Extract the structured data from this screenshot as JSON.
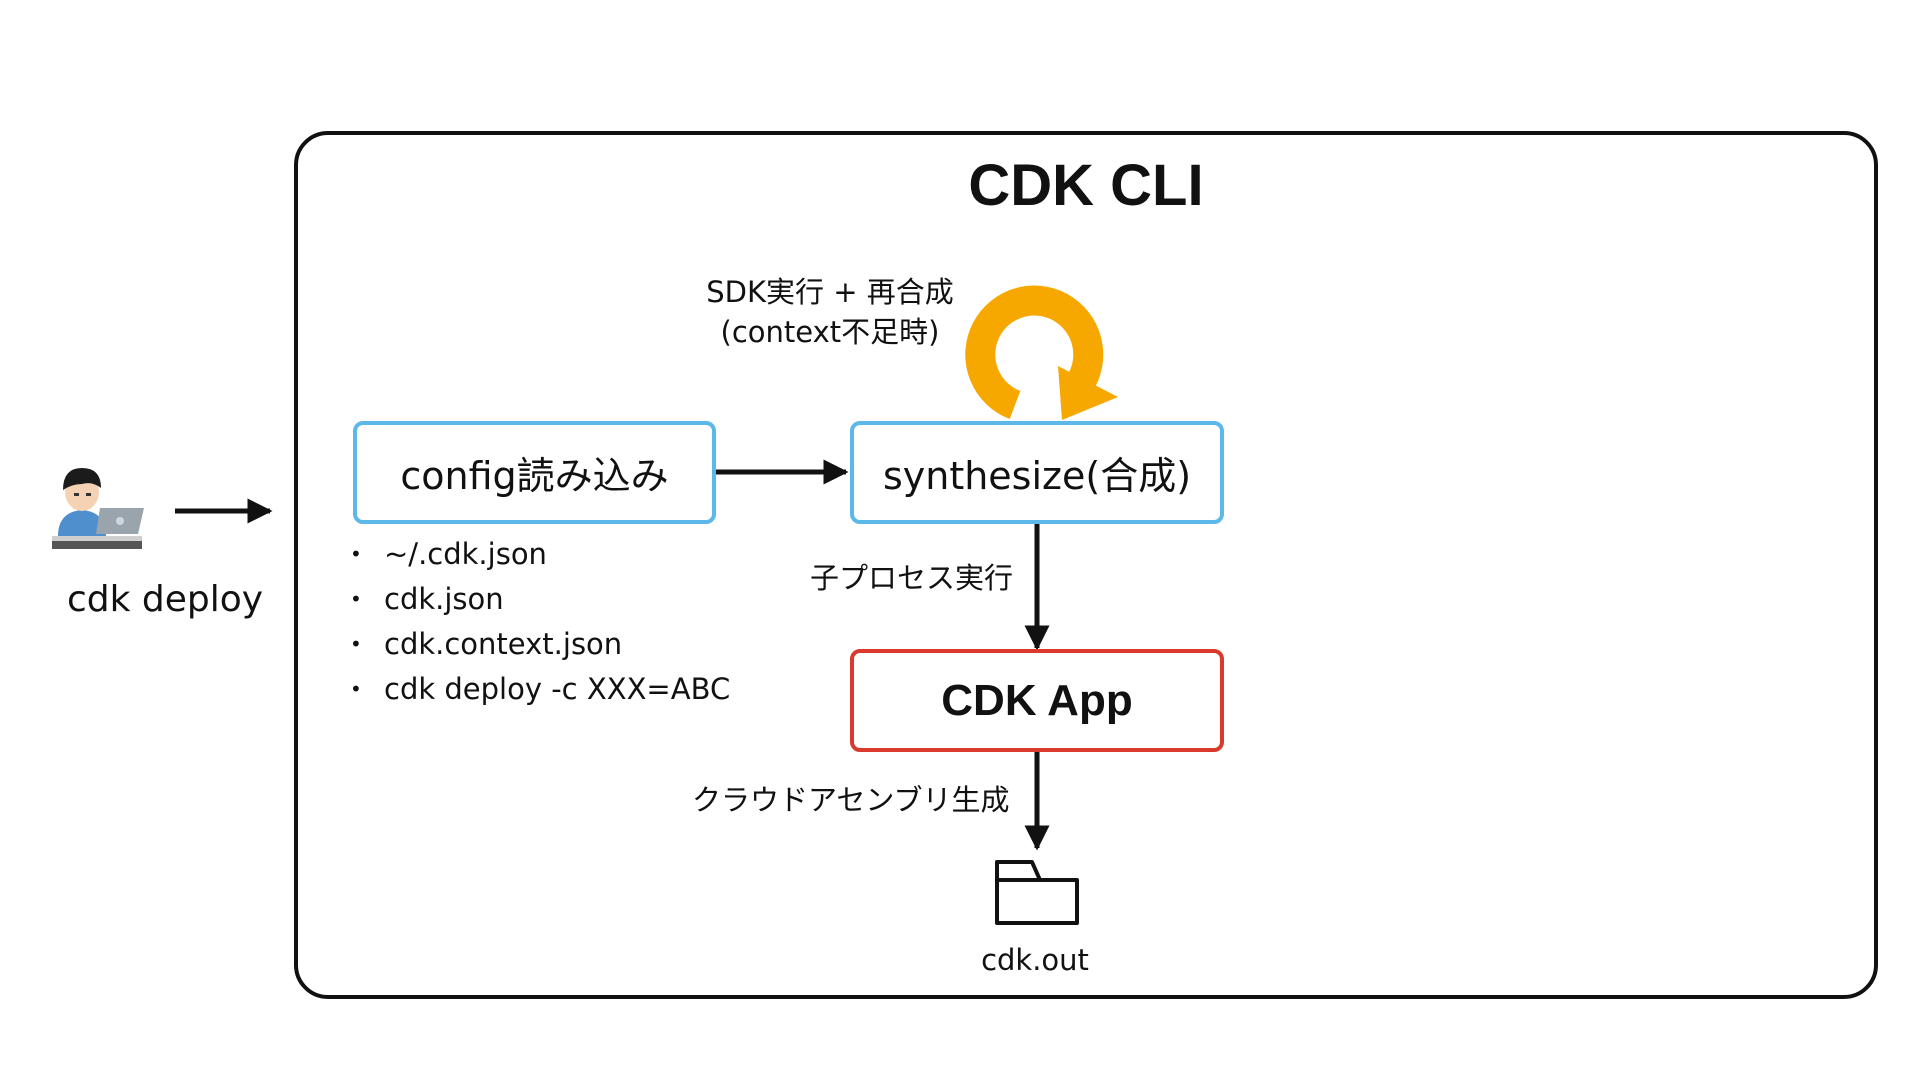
{
  "diagram": {
    "title": "CDK CLI",
    "user_label": "cdk deploy",
    "nodes": {
      "config": "config読み込み",
      "synthesize": "synthesize(合成)",
      "app": "CDK App"
    },
    "config_sources": [
      "~/.cdk.json",
      "cdk.json",
      "cdk.context.json",
      "cdk deploy -c XXX=ABC"
    ],
    "loop_label_line1": "SDK実行 + 再合成",
    "loop_label_line2": "(context不足時)",
    "subprocess_label": "子プロセス実行",
    "assembly_label": "クラウドアセンブリ生成",
    "output_label": "cdk.out",
    "colors": {
      "config_border": "#5bb8e8",
      "app_border": "#d93a2b",
      "loop_arrow": "#f7a800"
    },
    "icons": [
      "person-with-laptop-icon",
      "folder-icon",
      "refresh-loop-icon"
    ]
  }
}
